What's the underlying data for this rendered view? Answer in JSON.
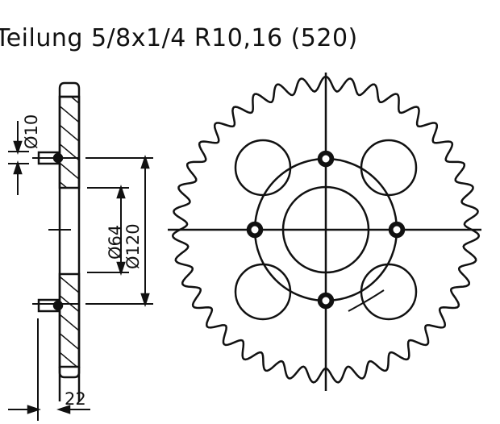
{
  "title": "Teilung 5/8x1/4 R10,16 (520)",
  "side_view": {
    "dim_bolt_hole": "Ø10",
    "dim_center_bore": "Ø64",
    "dim_bolt_circle": "Ø120",
    "dim_offset": "22"
  },
  "front_view": {
    "teeth_count": 39,
    "bolt_holes": 4,
    "lightening_holes": 4
  },
  "colors": {
    "ink": "#111111",
    "background": "#ffffff"
  }
}
